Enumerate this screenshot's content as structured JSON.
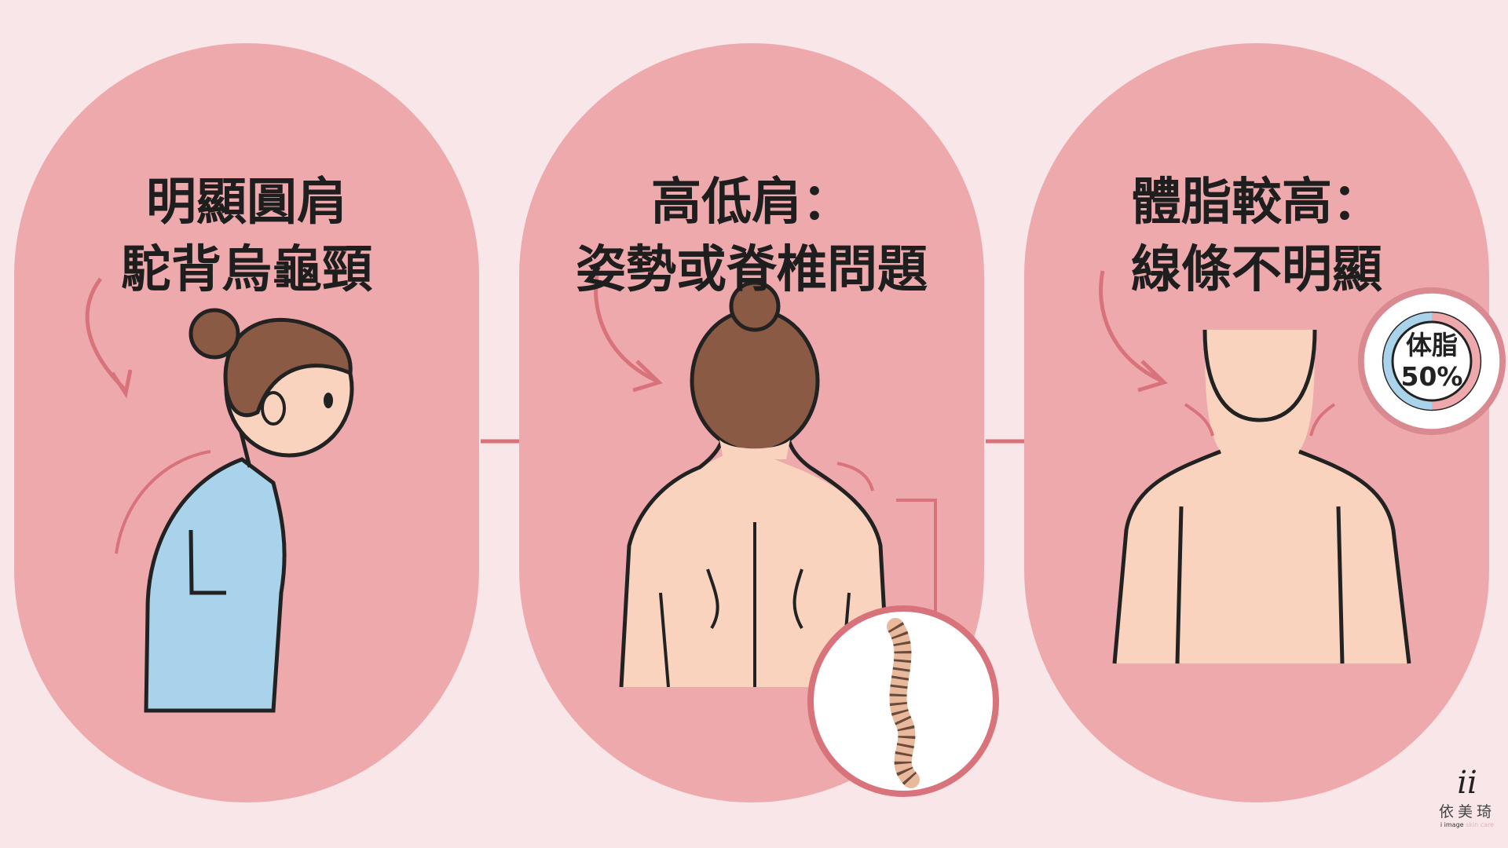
{
  "panels": [
    {
      "title_line1": "明顯圓肩",
      "title_line2": "駝背烏龜頸"
    },
    {
      "title_line1": "高低肩：",
      "title_line2": "姿勢或脊椎問題"
    },
    {
      "title_line1": "體脂較高：",
      "title_line2": "線條不明顯"
    }
  ],
  "body_fat_badge": {
    "label": "体脂",
    "value_text": "50%",
    "percent": 50
  },
  "logo": {
    "mark": "ii",
    "name": "依美琦",
    "sub_dark": "i image",
    "sub_light": "skin care"
  },
  "colors": {
    "background": "#f8e6e8",
    "panel": "#eea9ad",
    "skin": "#f9d3bd",
    "hair": "#8a5a44",
    "shirt": "#a9d3ea",
    "accent": "#d9737b"
  }
}
